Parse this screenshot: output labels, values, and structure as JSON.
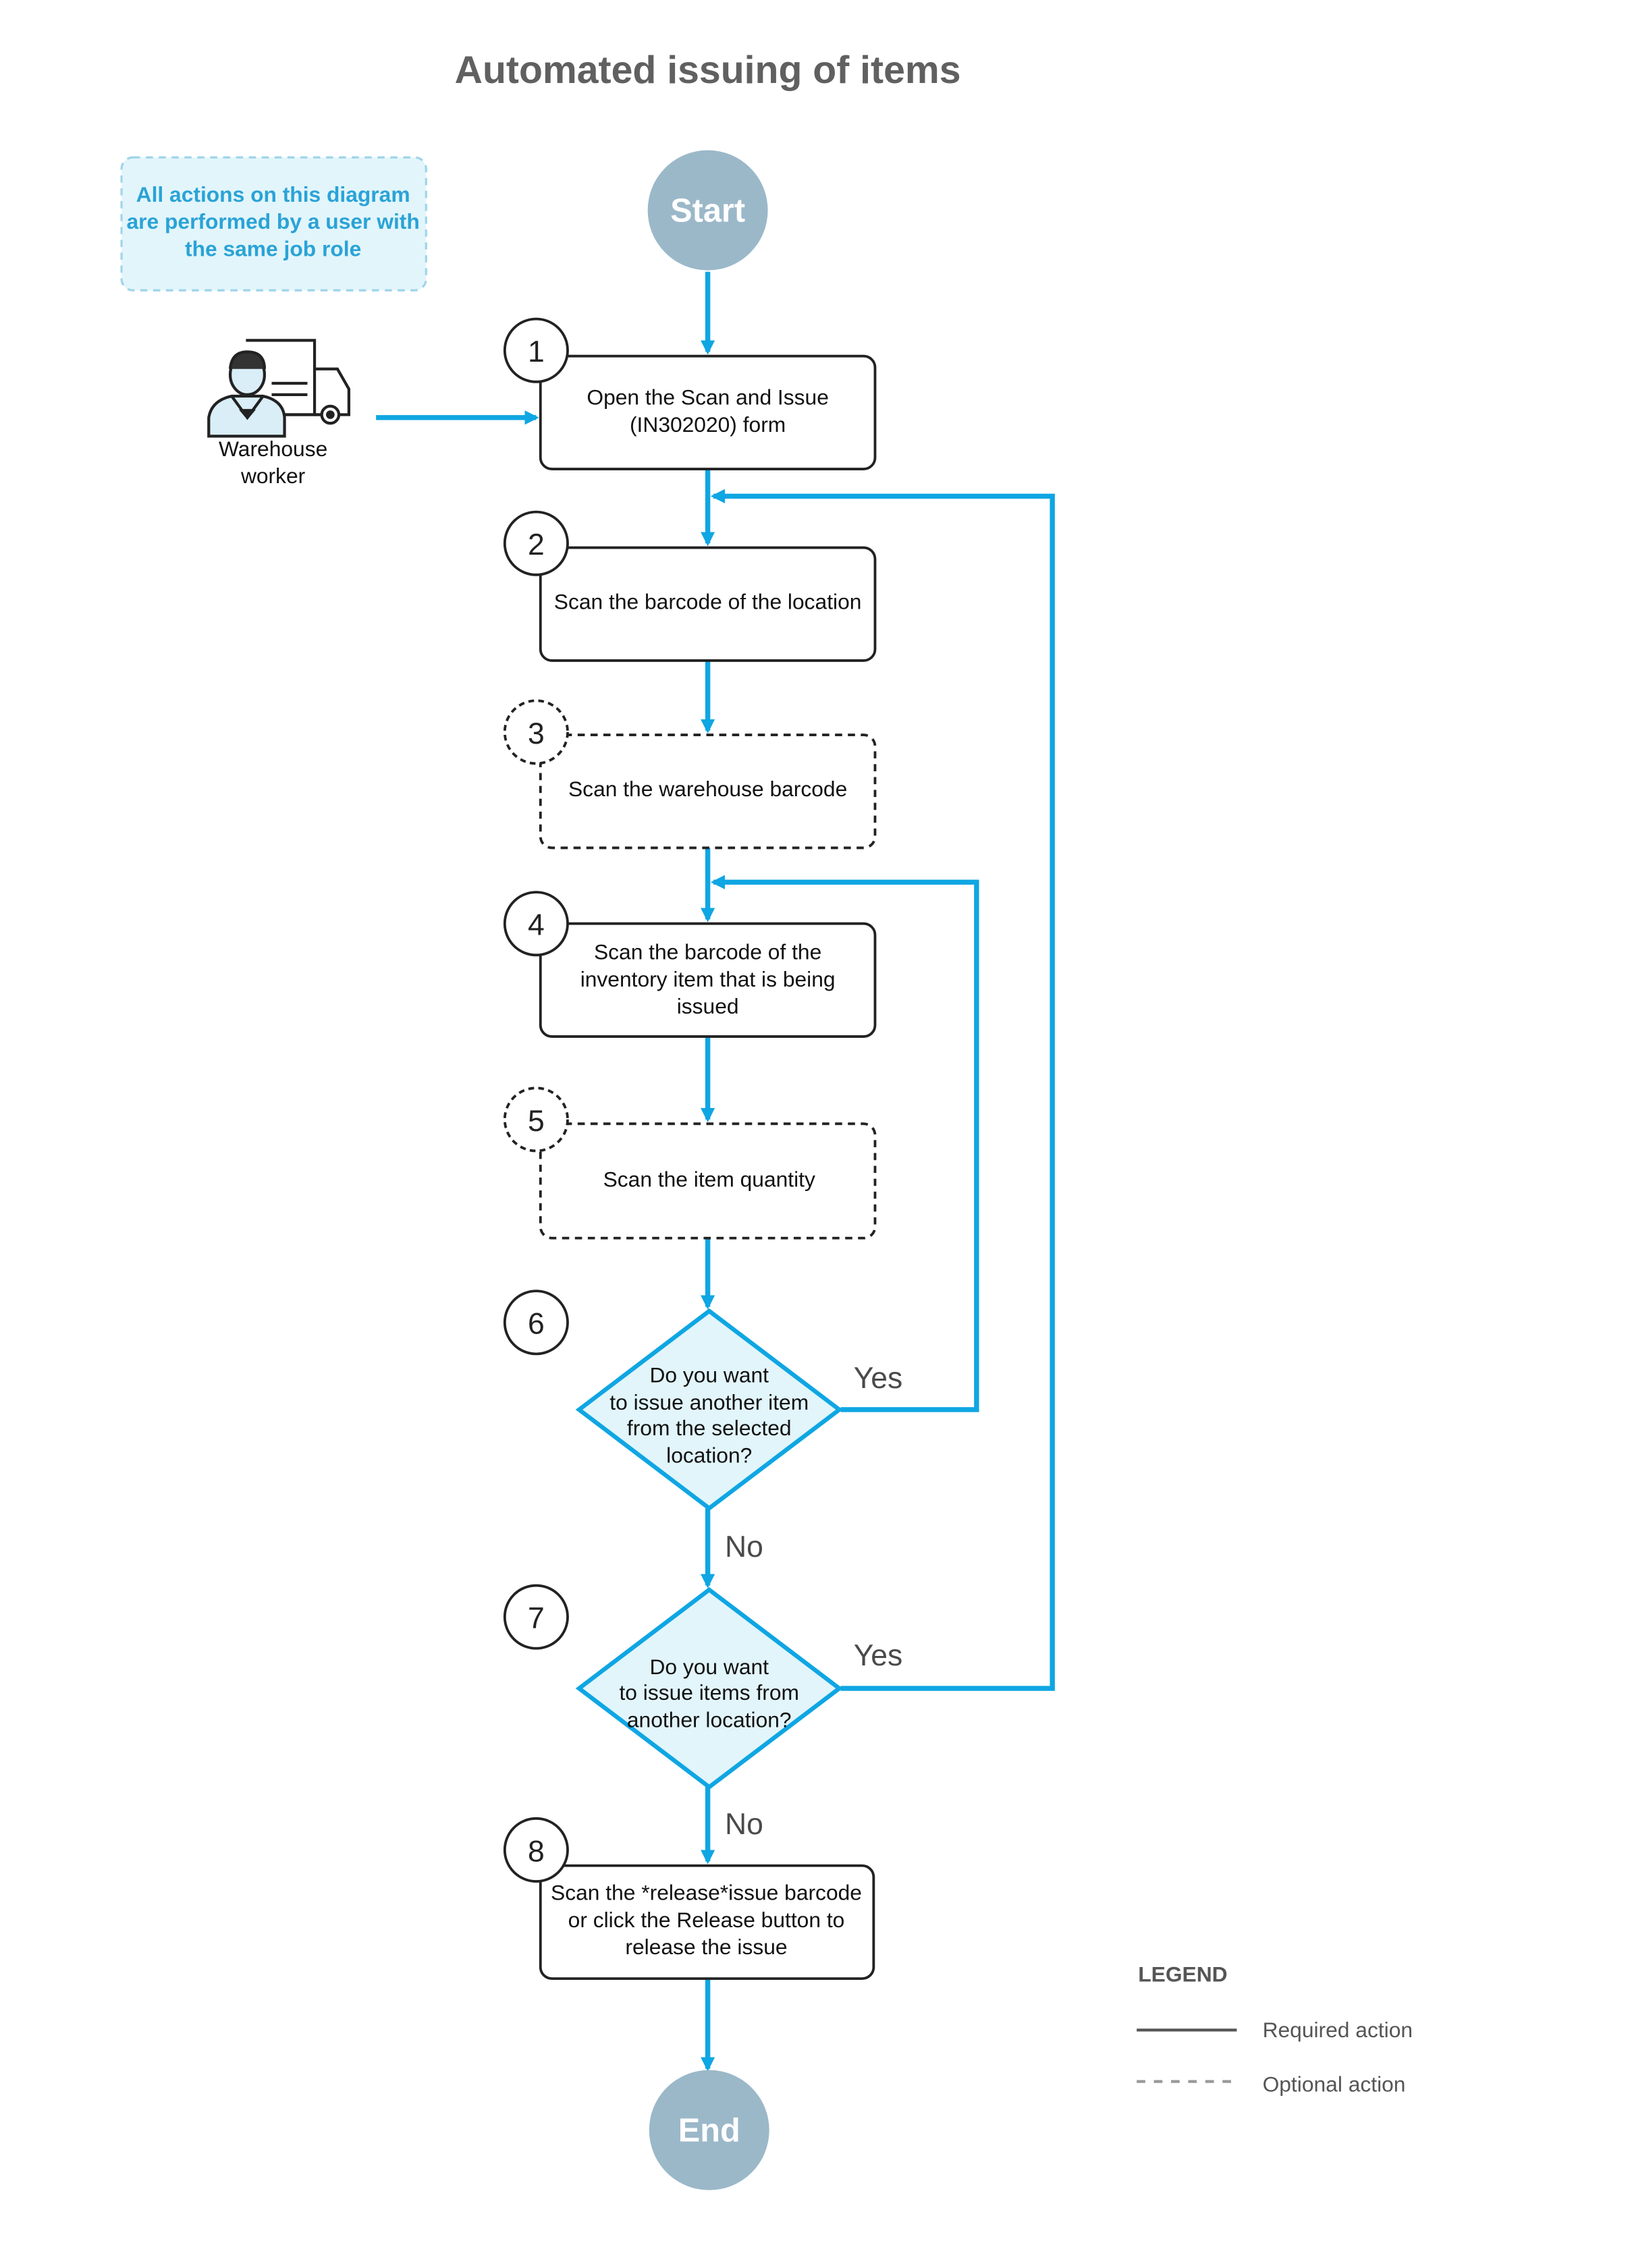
{
  "title": "Automated issuing of items",
  "note": {
    "lines": [
      "All actions on this diagram",
      "are performed by a user with",
      "the same job role"
    ]
  },
  "actor": {
    "icon": "warehouse-worker-icon",
    "lines": [
      "Warehouse",
      "worker"
    ]
  },
  "start_label": "Start",
  "end_label": "End",
  "steps": [
    {
      "number": "1",
      "kind": "required",
      "lines": [
        "Open the Scan and Issue",
        "(IN302020) form"
      ]
    },
    {
      "number": "2",
      "kind": "required",
      "lines": [
        "Scan the barcode of the location"
      ]
    },
    {
      "number": "3",
      "kind": "optional",
      "lines": [
        "Scan the warehouse barcode"
      ]
    },
    {
      "number": "4",
      "kind": "required",
      "lines": [
        "Scan the barcode of the",
        "inventory item that is being",
        "issued"
      ]
    },
    {
      "number": "5",
      "kind": "optional",
      "lines": [
        "Scan the item quantity"
      ]
    },
    {
      "number": "6",
      "kind": "decision",
      "lines": [
        "Do you want",
        "to issue another item",
        "from the selected",
        "location?"
      ],
      "yes_label": "Yes",
      "no_label": "No"
    },
    {
      "number": "7",
      "kind": "decision",
      "lines": [
        "Do you want",
        "to issue items from",
        "another location?"
      ],
      "yes_label": "Yes",
      "no_label": "No"
    },
    {
      "number": "8",
      "kind": "required",
      "lines": [
        "Scan the *release*issue barcode",
        "or click the Release button to",
        "release the issue"
      ]
    }
  ],
  "legend": {
    "title": "LEGEND",
    "items": [
      {
        "style": "solid",
        "label": "Required action"
      },
      {
        "style": "dashed",
        "label": "Optional action"
      }
    ]
  },
  "colors": {
    "arrow": "#0fa6e3",
    "terminal": "#9bb8c9",
    "decision_fill": "#e2f5fb",
    "note_fill": "#e2f5fb",
    "note_border": "#9fd4ea",
    "note_text": "#2aa3d6",
    "box_border": "#222222"
  }
}
